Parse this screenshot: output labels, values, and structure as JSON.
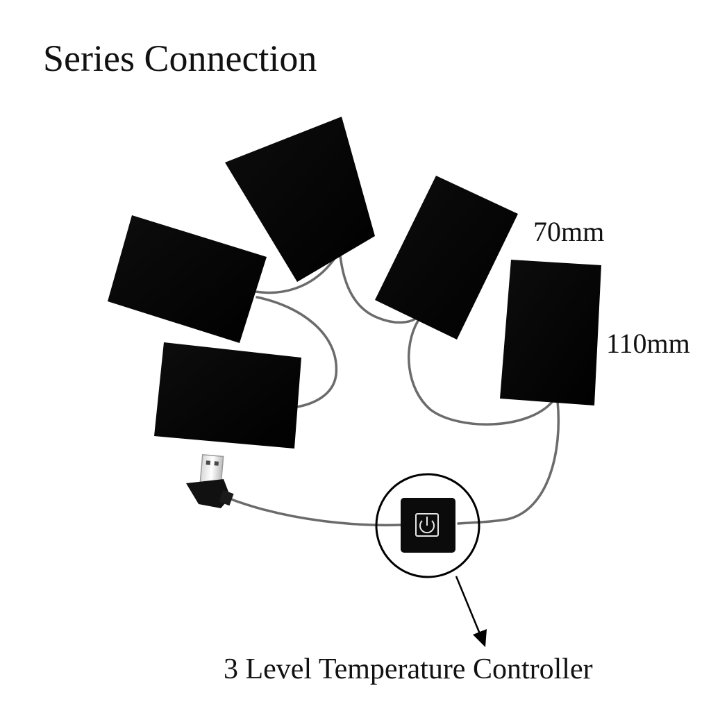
{
  "title": "Series Connection",
  "dimensions": {
    "width_label": "70mm",
    "height_label": "110mm"
  },
  "controller": {
    "caption": "3 Level Temperature Controller",
    "button_icon": "power-icon"
  },
  "connector": {
    "icon": "usb-plug-icon"
  },
  "heating_pads": {
    "count": 5
  },
  "colors": {
    "pad": "#050505",
    "cable": "#6b6b6b",
    "text": "#111111",
    "background": "#ffffff"
  }
}
